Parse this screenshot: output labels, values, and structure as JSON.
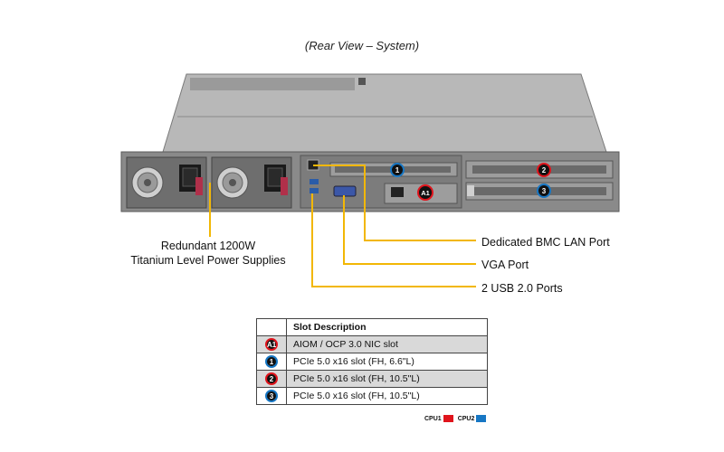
{
  "caption": "(Rear View – System)",
  "callouts": {
    "psu_line1": "Redundant  1200W",
    "psu_line2": "Titanium  Level Power Supplies",
    "bmc": "Dedicated BMC LAN Port",
    "vga": "VGA Port",
    "usb": "2 USB 2.0 Ports"
  },
  "chassis_badges": [
    "1",
    "2",
    "A1",
    "3"
  ],
  "table": {
    "header": "Slot Description",
    "rows": [
      {
        "badge": "A1",
        "cpu": "cpu1",
        "description": "AIOM / OCP 3.0 NIC  slot"
      },
      {
        "badge": "1",
        "cpu": "cpu2",
        "description": "PCIe  5.0 x16 slot (FH,  6.6\"L)"
      },
      {
        "badge": "2",
        "cpu": "cpu1",
        "description": "PCIe  5.0 x16 slot (FH,  10.5\"L)"
      },
      {
        "badge": "3",
        "cpu": "cpu2",
        "description": "PCIe  5.0 x16 slot (FH,  10.5\"L)"
      }
    ]
  },
  "legend": {
    "cpu1_label": "CPU1",
    "cpu2_label": "CPU2",
    "cpu1_color": "#e0141c",
    "cpu2_color": "#1777c4"
  },
  "colors": {
    "callout_line": "#f2b705",
    "chassis": "#8c8c8c"
  }
}
